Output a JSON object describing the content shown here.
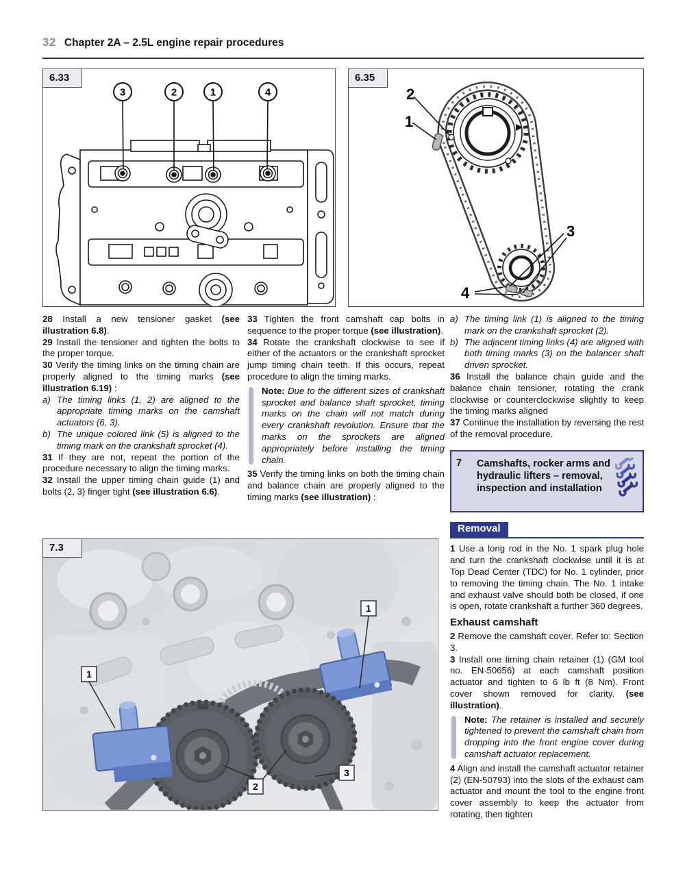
{
  "header": {
    "page_number": "32",
    "title": "Chapter 2A – 2.5L engine repair procedures"
  },
  "figures": {
    "fig633": {
      "label": "6.33",
      "callouts": [
        "3",
        "2",
        "1",
        "4"
      ]
    },
    "fig635": {
      "label": "6.35",
      "callouts": [
        "2",
        "1",
        "3",
        "4"
      ]
    },
    "fig73": {
      "label": "7.3",
      "callouts": [
        "1",
        "1",
        "2",
        "3"
      ]
    }
  },
  "columns": [
    {
      "blocks": [
        {
          "type": "para",
          "segments": [
            {
              "t": "28",
              "s": "b"
            },
            {
              "t": " Install a new tensioner gasket ",
              "s": "n"
            },
            {
              "t": "(see illustration 6.8)",
              "s": "b"
            },
            {
              "t": ".",
              "s": "n"
            }
          ]
        },
        {
          "type": "para",
          "segments": [
            {
              "t": "29",
              "s": "b"
            },
            {
              "t": " Install the tensioner and tighten the bolts to the proper torque.",
              "s": "n"
            }
          ]
        },
        {
          "type": "para",
          "segments": [
            {
              "t": "30",
              "s": "b"
            },
            {
              "t": " Verify the timing links on the timing chain are properly aligned to the timing marks ",
              "s": "n"
            },
            {
              "t": "(see illustration 6.19)",
              "s": "b"
            },
            {
              "t": " :",
              "s": "n"
            }
          ]
        },
        {
          "type": "item",
          "marker": "a)",
          "segments": [
            {
              "t": "The timing links (1, 2) are aligned to the appropriate timing marks on the camshaft actuators (6, 3).",
              "s": "i"
            }
          ]
        },
        {
          "type": "item",
          "marker": "b)",
          "segments": [
            {
              "t": "The unique colored link (5) is aligned to the timing mark on the crankshaft sprocket (4).",
              "s": "i"
            }
          ]
        },
        {
          "type": "para",
          "segments": [
            {
              "t": "31",
              "s": "b"
            },
            {
              "t": " If they are not, repeat the portion of the procedure necessary to align the timing marks.",
              "s": "n"
            }
          ]
        },
        {
          "type": "para",
          "segments": [
            {
              "t": "32",
              "s": "b"
            },
            {
              "t": " Install the upper timing chain guide (1) and bolts (2, 3) finger tight ",
              "s": "n"
            },
            {
              "t": "(see illustration 6.6)",
              "s": "b"
            },
            {
              "t": ".",
              "s": "n"
            }
          ]
        }
      ]
    },
    {
      "blocks": [
        {
          "type": "para",
          "segments": [
            {
              "t": "33",
              "s": "b"
            },
            {
              "t": " Tighten the front camshaft cap bolts in sequence to the proper torque ",
              "s": "n"
            },
            {
              "t": "(see illustration)",
              "s": "b"
            },
            {
              "t": ".",
              "s": "n"
            }
          ]
        },
        {
          "type": "para",
          "segments": [
            {
              "t": "34",
              "s": "b"
            },
            {
              "t": " Rotate the crankshaft clockwise to see if either of the actuators or the crankshaft sprocket jump timing chain teeth. If this occurs, repeat procedure to align the timing marks.",
              "s": "n"
            }
          ]
        },
        {
          "type": "note",
          "segments": [
            {
              "t": "Note: ",
              "s": "b"
            },
            {
              "t": "Due to the different sizes of crankshaft sprocket and balance shaft sprocket, timing marks on the chain will not match during every crankshaft revolution. Ensure that the marks on the sprockets are aligned appropriately before installing the timing chain.",
              "s": "i"
            }
          ]
        },
        {
          "type": "para",
          "segments": [
            {
              "t": "35",
              "s": "b"
            },
            {
              "t": " Verify the timing links on both the timing chain and balance chain are properly aligned to the timing marks ",
              "s": "n"
            },
            {
              "t": "(see illustration)",
              "s": "b"
            },
            {
              "t": " :",
              "s": "n"
            }
          ]
        }
      ]
    },
    {
      "blocks": [
        {
          "type": "item",
          "marker": "a)",
          "segments": [
            {
              "t": "The timing link (1) is aligned to the timing mark on the crankshaft sprocket (2).",
              "s": "i"
            }
          ]
        },
        {
          "type": "item",
          "marker": "b)",
          "segments": [
            {
              "t": "The adjacent timing links (4) are aligned with both timing marks (3) on the balancer shaft driven sprocket.",
              "s": "i"
            }
          ]
        },
        {
          "type": "para",
          "segments": [
            {
              "t": "36",
              "s": "b"
            },
            {
              "t": " Install the balance chain guide and the balance chain tensioner, rotating the crank clockwise or counterclockwise slightly to keep the timing marks aligned",
              "s": "n"
            }
          ]
        },
        {
          "type": "para",
          "segments": [
            {
              "t": "37",
              "s": "b"
            },
            {
              "t": " Continue the installation by reversing the rest of the removal procedure.",
              "s": "n"
            }
          ]
        },
        {
          "type": "section",
          "number": "7",
          "title": "Camshafts, rocker arms and hydraulic lifters – removal, inspection and installation"
        },
        {
          "type": "removalbar",
          "label": "Removal"
        },
        {
          "type": "para",
          "segments": [
            {
              "t": "1",
              "s": "b"
            },
            {
              "t": " Use a long rod in the No. 1 spark plug hole and turn the crankshaft clockwise until it is at Top Dead Center (TDC) for No. 1 cylinder, prior to removing the timing chain. The No. 1 intake and exhaust valve should both be closed, if one is open, rotate crankshaft a further 360 degrees.",
              "s": "n"
            }
          ]
        },
        {
          "type": "heading",
          "text": "Exhaust camshaft"
        },
        {
          "type": "para",
          "segments": [
            {
              "t": "2",
              "s": "b"
            },
            {
              "t": " Remove the camshaft cover. Refer to: Section 3.",
              "s": "n"
            }
          ]
        },
        {
          "type": "para",
          "segments": [
            {
              "t": "3",
              "s": "b"
            },
            {
              "t": " Install one timing chain retainer (1) (GM tool no. EN-50656) at each camshaft position actuator and tighten to 6 lb ft (8 Nm). Front cover shown removed for clarity. ",
              "s": "n"
            },
            {
              "t": "(see illustration)",
              "s": "b"
            },
            {
              "t": ".",
              "s": "n"
            }
          ]
        },
        {
          "type": "note",
          "segments": [
            {
              "t": "Note: ",
              "s": "b"
            },
            {
              "t": "The retainer is installed and securely tightened to prevent the camshaft chain from dropping into the front engine cover during camshaft actuator replacement.",
              "s": "i"
            }
          ]
        },
        {
          "type": "para",
          "segments": [
            {
              "t": "4",
              "s": "b"
            },
            {
              "t": " Align and install the camshaft actuator retainer (2) (EN-50793) into the slots of the exhaust cam actuator and mount the tool to the engine front cover assembly to keep the actuator from rotating, then tighten",
              "s": "n"
            }
          ]
        }
      ]
    }
  ]
}
